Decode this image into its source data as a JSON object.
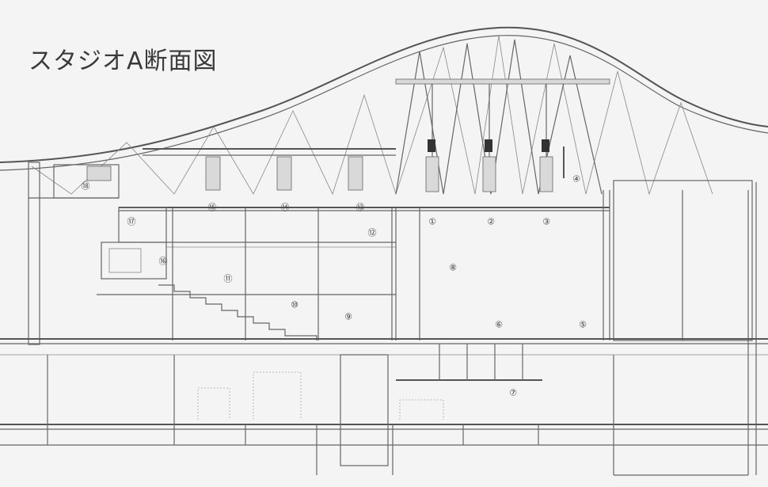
{
  "title": "スタジオA断面図",
  "markers": {
    "m1": "①",
    "m2": "②",
    "m3": "③",
    "m4": "④",
    "m5": "⑤",
    "m6": "⑥",
    "m7": "⑦",
    "m8": "⑧",
    "m9": "⑨",
    "m10": "⑩",
    "m11": "⑪",
    "m12": "⑫",
    "m13": "⑬",
    "m14": "⑭",
    "m15": "⑮",
    "m16": "⑯",
    "m17": "⑰",
    "m18": "⑱"
  }
}
